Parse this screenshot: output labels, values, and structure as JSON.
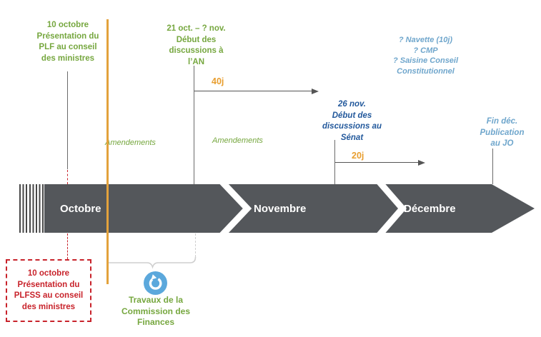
{
  "colors": {
    "green": "#76A73F",
    "orange": "#E3A23C",
    "light_blue": "#6FA6CC",
    "dark_blue": "#23599C",
    "red": "#C8232B",
    "bar_gray": "#54575B",
    "icon_blue": "#5BA8DC"
  },
  "timeline": {
    "months": [
      "Octobre",
      "Novembre",
      "Décembre"
    ]
  },
  "annotations": {
    "plf": {
      "lines": [
        "10 octobre",
        "Présentation du",
        "PLF au conseil",
        "des ministres"
      ]
    },
    "an": {
      "lines": [
        "21 oct. – ? nov.",
        "Début des",
        "discussions à",
        "l’AN"
      ]
    },
    "navette": {
      "lines": [
        "? Navette (10j)",
        "? CMP",
        "? Saisine Conseil",
        "Constitutionnel"
      ]
    },
    "senat": {
      "lines": [
        "26 nov.",
        "Début des",
        "discussions au",
        "Sénat"
      ]
    },
    "jo": {
      "lines": [
        "Fin déc.",
        "Publication",
        "au JO"
      ]
    },
    "plfss": {
      "lines": [
        "10 octobre",
        "Présentation du",
        "PLFSS au conseil",
        "des ministres"
      ]
    },
    "commission": {
      "lines": [
        "Travaux de la",
        "Commission des",
        "Finances"
      ]
    }
  },
  "labels": {
    "amendements_an": "Amendements",
    "amendements_senat": "Amendements",
    "duration_an": "40j",
    "duration_senat": "20j"
  },
  "icons": {
    "commission": "refresh-icon"
  }
}
